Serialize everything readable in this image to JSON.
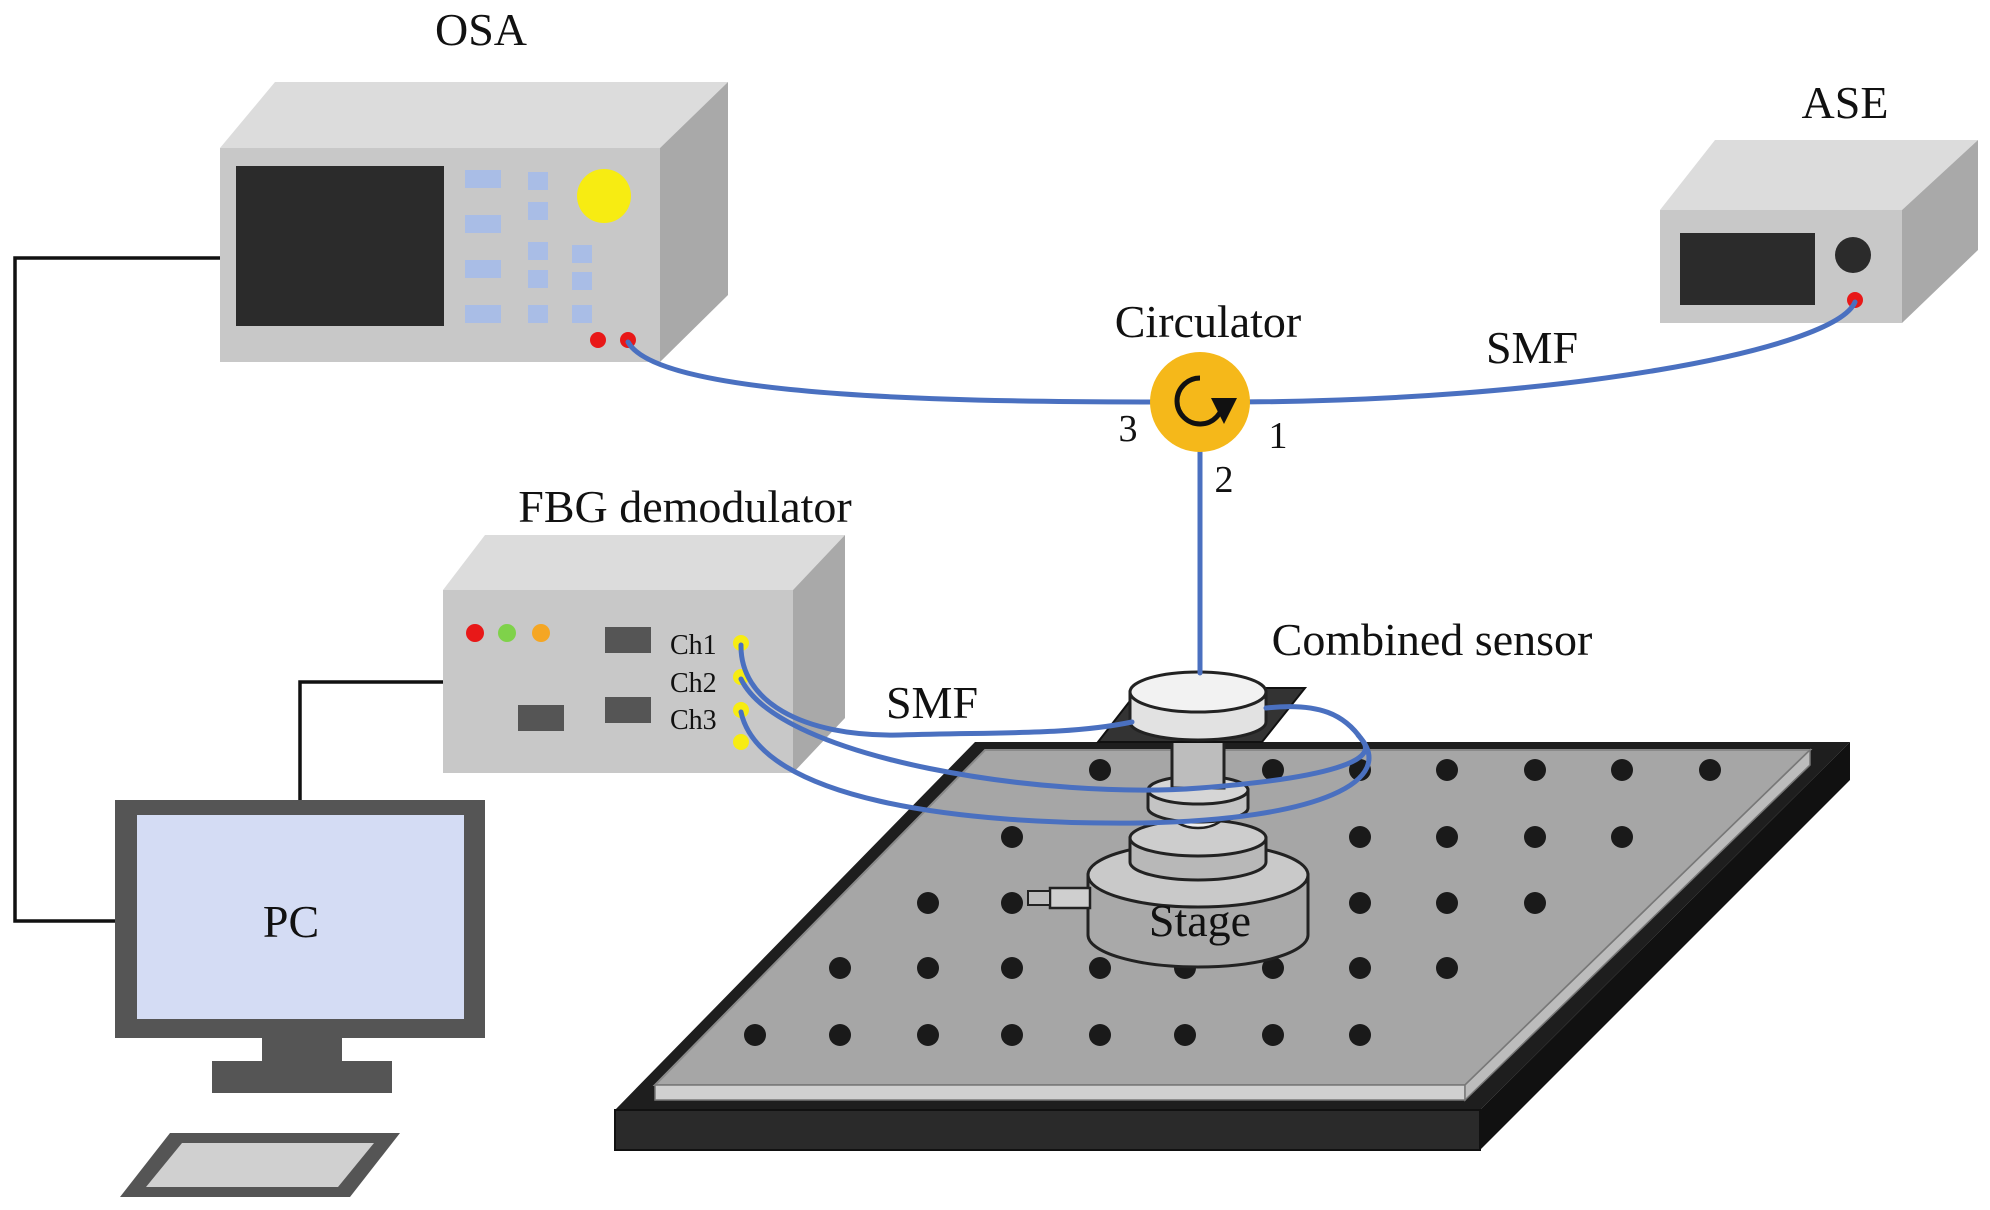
{
  "labels": {
    "osa": "OSA",
    "ase": "ASE",
    "circulator": "Circulator",
    "smf_top": "SMF",
    "smf_bottom": "SMF",
    "port1": "1",
    "port2": "2",
    "port3": "3",
    "fbg_demodulator": "FBG demodulator",
    "ch1": "Ch1",
    "ch2": "Ch2",
    "ch3": "Ch3",
    "combined_sensor": "Combined sensor",
    "stage": "Stage",
    "pc": "PC"
  },
  "colors": {
    "fiber": "#4a70c0",
    "circulator": "#f5b81a",
    "device_front": "#c8c8c8",
    "device_top": "#dcdcdc",
    "device_side": "#a9a9a9",
    "screen": "#2b2b2b",
    "button": "#a9bde6",
    "knob": "#f7ec12",
    "led_red": "#e81818",
    "led_green": "#7fd24a",
    "led_orange": "#f5a623",
    "port_yellow": "#f7ec12",
    "monitor_frame": "#555555",
    "monitor_screen": "#d4dcf4",
    "table_dark": "#1e1e1e",
    "table_top": "#a6a6a6",
    "hole": "#1a1a1a"
  }
}
